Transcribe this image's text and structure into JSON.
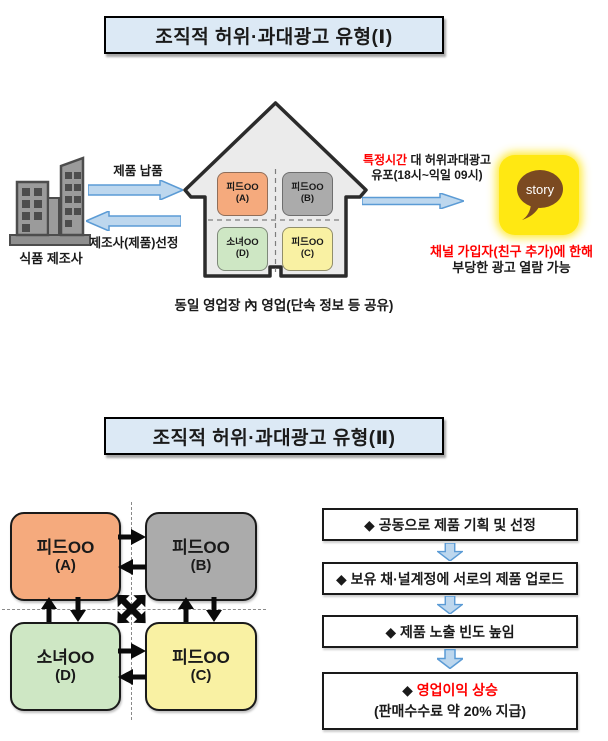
{
  "colors": {
    "accent_red": "#ff0000",
    "box_orange": "#f5aa7d",
    "box_gray": "#ababab",
    "box_green": "#cee7c4",
    "box_yellow": "#f9f1a3",
    "arrow_blue_fill": "#bdd7ee",
    "arrow_blue_stroke": "#5b9bd5",
    "kakao_yellow": "#ffe812",
    "kakao_brown": "#7b4a21",
    "title_bg": "#dce9f5"
  },
  "section1": {
    "title": "조직적 허위·과대광고 유형(Ⅰ)",
    "manufacturer_label": "식품 제조사",
    "supply_arrow_label": "제품 납품",
    "select_arrow_label": "제조사(제품)선정",
    "rooms": [
      {
        "name": "피드OO",
        "code": "(A)"
      },
      {
        "name": "피드OO",
        "code": "(B)"
      },
      {
        "name": "소녀OO",
        "code": "(D)"
      },
      {
        "name": "피드OO",
        "code": "(C)"
      }
    ],
    "broadcast": {
      "highlight": "특정시간",
      "line1_rest": " 대 허위과대광고",
      "line2": "유포(18시~익일 09시)"
    },
    "story_icon_label": "story",
    "viewer_note": {
      "line1": "채널 가입자(친구 추가)에 한해",
      "line2": "부당한 광고 열람 가능"
    },
    "caption": "동일 영업장 內 영업(단속 정보 등 공유)"
  },
  "section2": {
    "title": "조직적 허위·과대광고 유형(Ⅱ)",
    "boxes": [
      {
        "name": "피드OO",
        "code": "(A)"
      },
      {
        "name": "피드OO",
        "code": "(B)"
      },
      {
        "name": "소녀OO",
        "code": "(D)"
      },
      {
        "name": "피드OO",
        "code": "(C)"
      }
    ],
    "flow": {
      "step1": "◆ 공동으로 제품 기획 및 선정",
      "step2": "◆ 보유 채·널계정에 서로의 제품 업로드",
      "step3": "◆ 제품 노출 빈도 높임",
      "step4_diamond": "◆ ",
      "step4_highlight": "영업이익 상승",
      "step4_sub": "(판매수수료 약 20% 지급)"
    }
  }
}
